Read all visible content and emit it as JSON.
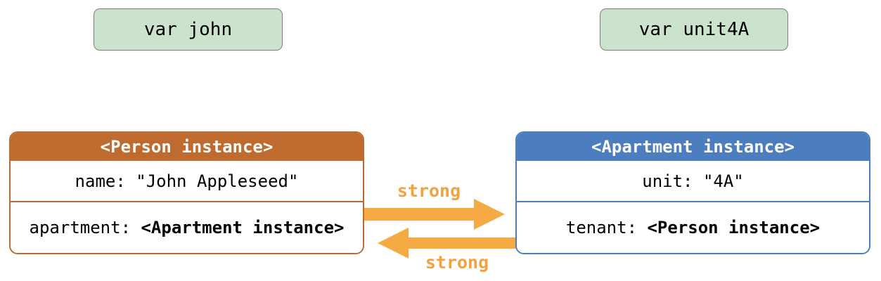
{
  "diagram": {
    "variables": [
      {
        "id": "john",
        "label": "var john"
      },
      {
        "id": "unit4A",
        "label": "var unit4A"
      }
    ],
    "instances": {
      "person": {
        "header": "<Person instance>",
        "rows": [
          {
            "text": "name: \"John Appleseed\""
          },
          {
            "prefix": "apartment: ",
            "emphasis": "<Apartment instance>"
          }
        ]
      },
      "apartment": {
        "header": "<Apartment instance>",
        "rows": [
          {
            "text": "unit: \"4A\""
          },
          {
            "prefix": "tenant: ",
            "emphasis": "<Person instance>"
          }
        ]
      }
    },
    "references": {
      "forward": {
        "label": "strong",
        "from": "Person instance",
        "to": "Apartment instance"
      },
      "backward": {
        "label": "strong",
        "from": "Apartment instance",
        "to": "Person instance"
      }
    },
    "colors": {
      "person_accent": "#bf6a2f",
      "apartment_accent": "#4c7dbf",
      "arrow": "#f6aa43",
      "strong_label": "#f2a340",
      "variable_fill": "#cbe3cc",
      "variable_border": "#7e7e7e",
      "header_text": "#ffffff",
      "body_text": "#000000"
    }
  }
}
